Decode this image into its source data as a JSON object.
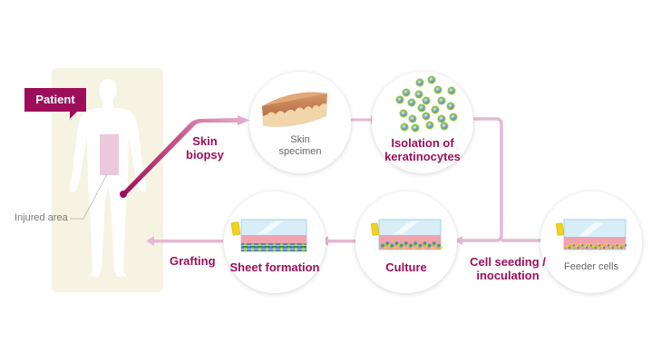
{
  "title": "Cultured epidermal autograft process",
  "colors": {
    "accent": "#9c0e5a",
    "arrow": "#e3b9d3",
    "panel": "#f6f3e2",
    "injured_area": "#ecc8dd",
    "medium": "#f0a3ad",
    "flask": "#d7eef8",
    "cap": "#f1d21e",
    "cell_green": "#8cc63f",
    "cell_blue": "#5b7fc9"
  },
  "patient": {
    "label": "Patient",
    "injured_area_label": "Injured area"
  },
  "steps": {
    "biopsy": {
      "label": "Skin\nbiopsy"
    },
    "specimen": {
      "label": "Skin\nspecimen",
      "icon": "skin-specimen-icon"
    },
    "isolation": {
      "label": "Isolation of\nkeratinocytes",
      "icon": "keratinocytes-icon"
    },
    "feeder": {
      "label": "Feeder cells",
      "icon": "flask-feeder-icon"
    },
    "seeding": {
      "label": "Cell seeding /\ninoculation"
    },
    "culture": {
      "label": "Culture",
      "icon": "flask-culture-icon"
    },
    "sheet": {
      "label": "Sheet formation",
      "icon": "flask-sheet-icon"
    },
    "grafting": {
      "label": "Grafting"
    }
  }
}
